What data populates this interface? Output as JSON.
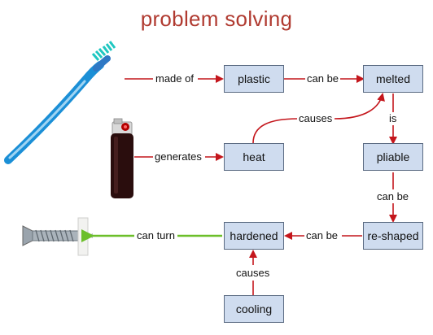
{
  "title": "problem solving",
  "nodes": {
    "plastic": "plastic",
    "melted": "melted",
    "heat": "heat",
    "pliable": "pliable",
    "hardened": "hardened",
    "reshaped": "re-shaped",
    "cooling": "cooling"
  },
  "edges": {
    "made_of": "made of",
    "can_be_1": "can be",
    "causes_1": "causes",
    "is": "is",
    "generates": "generates",
    "can_be_2": "can be",
    "can_be_3": "can be",
    "can_turn": "can turn",
    "causes_2": "causes"
  },
  "colors": {
    "title": "#b03a30",
    "arrow_red": "#c4161c",
    "arrow_green": "#6cbf2a",
    "node_fill": "#cfdcef",
    "node_border": "#5b6b82"
  },
  "icons": [
    "toothbrush-icon",
    "lighter-icon",
    "screw-anchor-icon"
  ]
}
